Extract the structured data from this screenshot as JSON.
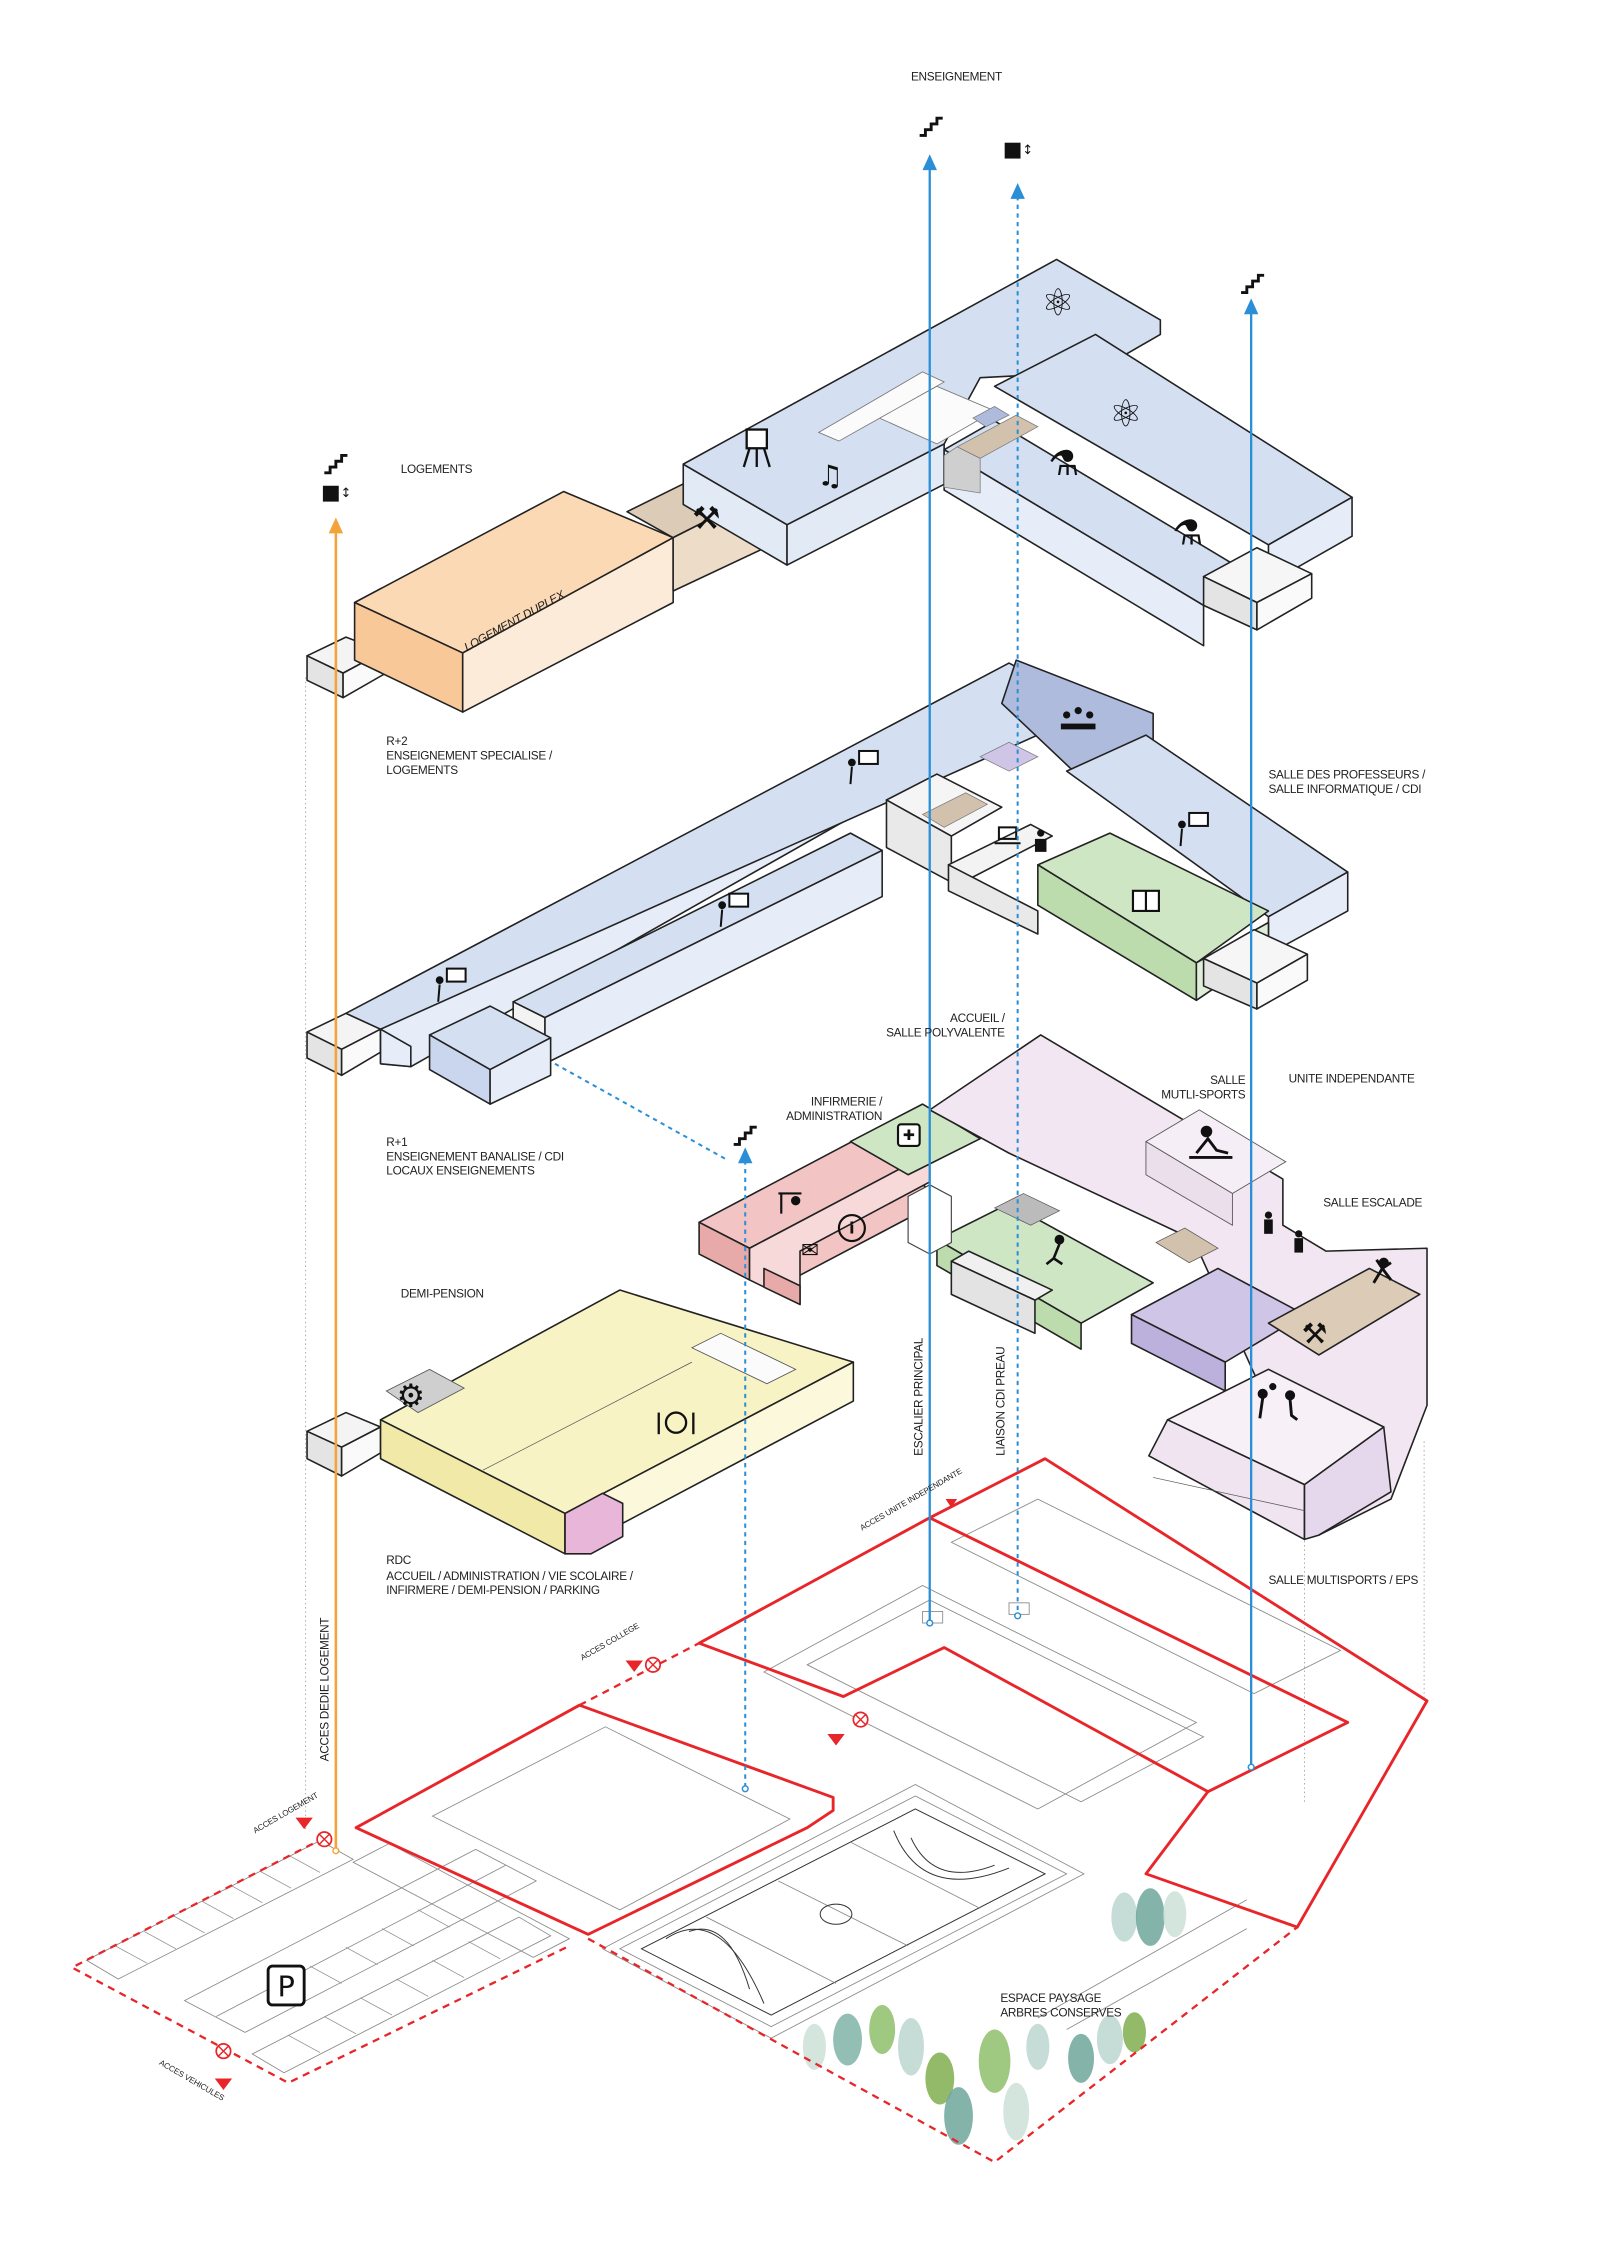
{
  "labels": {
    "enseignement": "ENSEIGNEMENT",
    "logements": "LOGEMENTS",
    "logement_duplex": "LOGEMENT DUPLEX",
    "r2_level": "R+2",
    "r2_line1": "ENSEIGNEMENT SPECIALISE /",
    "r2_line2": "LOGEMENTS",
    "salle_profs_line1": "SALLE DES PROFESSEURS /",
    "salle_profs_line2": "SALLE INFORMATIQUE / CDI",
    "accueil_line1": "ACCUEIL /",
    "accueil_line2": "SALLE POLYVALENTE",
    "infirmerie_line1": "INFIRMERIE /",
    "infirmerie_line2": "ADMINISTRATION",
    "salle_multi_line1": "SALLE",
    "salle_multi_line2": "MUTLI-SPORTS",
    "unite_independante": "UNITE INDEPENDANTE",
    "salle_escalade": "SALLE ESCALADE",
    "r1_level": "R+1",
    "r1_line1": "ENSEIGNEMENT BANALISE / CDI",
    "r1_line2": "LOCAUX ENSEIGNEMENTS",
    "demi_pension": "DEMI-PENSION",
    "rdc_level": "RDC",
    "rdc_line1": "ACCUEIL / ADMINISTRATION / VIE SCOLAIRE /",
    "rdc_line2": "INFIRMERE / DEMI-PENSION / PARKING",
    "salle_multisports_eps": "SALLE MULTISPORTS / EPS",
    "escalier_principal": "ESCALIER PRINCIPAL",
    "liaison_cdi_preau": "LIAISON CDI PREAU",
    "acces_dedie_logement": "ACCES DEDIE LOGEMENT",
    "acces_unite_independante": "ACCES UNITE INDEPENDANTE",
    "acces_college": "ACCES COLLEGE",
    "acces_logement": "ACCES LOGEMENT",
    "acces_vehicules": "ACCES VEHICULES",
    "espace_paysage_line1": "ESPACE PAYSAGE",
    "espace_paysage_line2": "ARBRES CONSERVES",
    "parking_symbol": "P"
  },
  "icons": [
    "stairs-icon",
    "elevator-icon",
    "atom-icon",
    "flask-icon",
    "easel-icon",
    "music-icon",
    "tools-icon",
    "teacher-board-icon",
    "meeting-icon",
    "computer-icon",
    "book-icon",
    "medical-kit-icon",
    "desk-icon",
    "info-icon",
    "mail-icon",
    "gear-icon",
    "cutlery-icon",
    "climbing-icon",
    "fitness-icon",
    "changing-room-icon",
    "basketball-icon",
    "parking-icon",
    "access-point-icon"
  ],
  "colors": {
    "circulation_main": "#2a8fd6",
    "circulation_housing": "#f2a33a",
    "site_boundary": "#e8262a",
    "teaching": "#d4e0f2",
    "housing": "#fbd9b4",
    "workshop": "#e0cfbb",
    "cdi_preau": "#cfe6c4",
    "administration": "#f2c4c4",
    "sports": "#f1e6f1",
    "demi_pension": "#f8f3c4"
  }
}
